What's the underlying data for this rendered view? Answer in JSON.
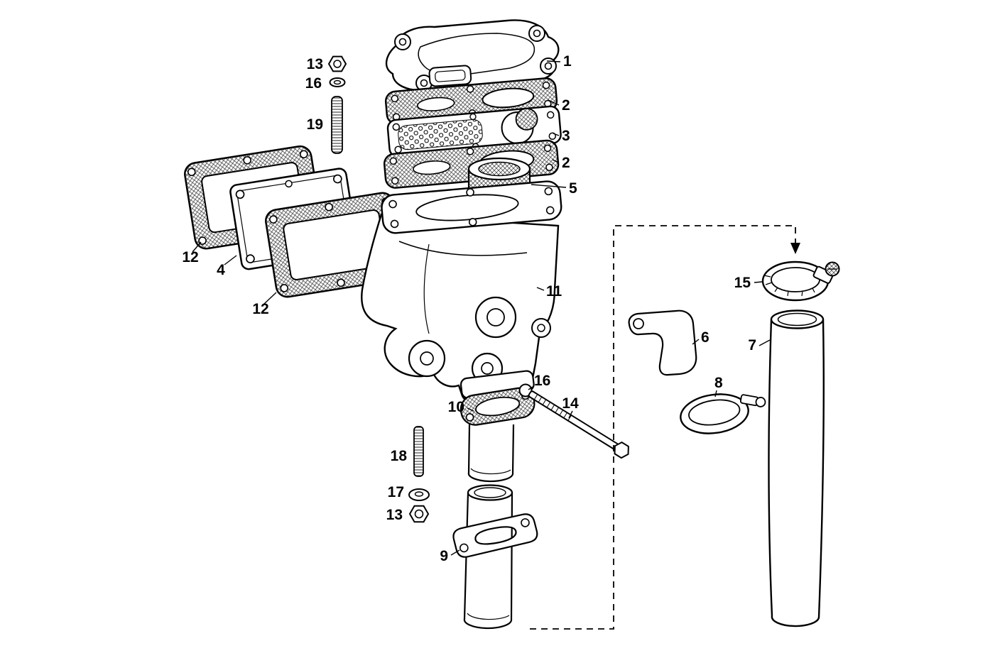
{
  "page": {
    "background": "#ffffff"
  },
  "diagram": {
    "type": "exploded-parts-diagram",
    "line_color": "#000000",
    "callouts": [
      {
        "label": "13"
      },
      {
        "label": "16"
      },
      {
        "label": "19"
      },
      {
        "label": "1"
      },
      {
        "label": "2"
      },
      {
        "label": "3"
      },
      {
        "label": "2"
      },
      {
        "label": "5"
      },
      {
        "label": "12"
      },
      {
        "label": "4"
      },
      {
        "label": "12"
      },
      {
        "label": "11"
      },
      {
        "label": "15"
      },
      {
        "label": "6"
      },
      {
        "label": "7"
      },
      {
        "label": "8"
      },
      {
        "label": "16"
      },
      {
        "label": "10"
      },
      {
        "label": "14"
      },
      {
        "label": "18"
      },
      {
        "label": "17"
      },
      {
        "label": "13"
      },
      {
        "label": "9"
      }
    ]
  }
}
